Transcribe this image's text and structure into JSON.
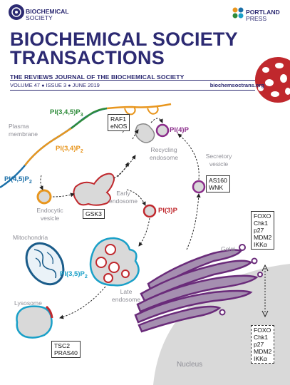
{
  "header": {
    "publisher_left": {
      "line1": "BIOCHEMICAL",
      "line2": "SOCIETY"
    },
    "publisher_right": {
      "line1": "PORTLAND",
      "line2": "PRESS"
    },
    "title_line1": "BIOCHEMICAL SOCIETY",
    "title_line2": "TRANSACTIONS",
    "subtitle": "THE REVIEWS JOURNAL OF THE BIOCHEMICAL SOCIETY",
    "volume": "VOLUME 47",
    "issue": "ISSUE 3",
    "date": "JUNE 2019",
    "website": "biochemsoctrans.org"
  },
  "diagram": {
    "labels": {
      "plasma_membrane": "Plasma membrane",
      "endocytic_vesicle": "Endocytic vesicle",
      "early_endosome": "Early endosome",
      "recycling_endosome": "Recycling endosome",
      "secretory_vesicle": "Secretory vesicle",
      "mitochondria": "Mitochondria",
      "golgi": "Golgi",
      "lysosome": "Lysosome",
      "late_endosome": "Late endosome",
      "nucleus": "Nucleus"
    },
    "lipids": {
      "pip3": {
        "base": "PI(3,4,5)P",
        "sub": "3",
        "color": "#2e8b3a"
      },
      "pi34p2": {
        "base": "PI(3,4)P",
        "sub": "2",
        "color": "#e8961e"
      },
      "pi45p2": {
        "base": "PI(4,5)P",
        "sub": "2",
        "color": "#1a6fa8"
      },
      "pi4p": {
        "base": "PI(4)P",
        "sub": "",
        "color": "#8b2d8b"
      },
      "pi3p": {
        "base": "PI(3)P",
        "sub": "",
        "color": "#c0282d"
      },
      "pi35p2": {
        "base": "PI(3,5)P",
        "sub": "2",
        "color": "#1aa0c8"
      }
    },
    "boxes": {
      "raf1_enos": [
        "RAF1",
        "eNOS"
      ],
      "gsk3": [
        "GSK3"
      ],
      "as160_wnk": [
        "AS160",
        "WNK"
      ],
      "tsc2_pras40": [
        "TSC2",
        "PRAS40"
      ],
      "foxo_cytoplasm": [
        "FOXO",
        "Chk1",
        "p27",
        "MDM2",
        "IKKα"
      ],
      "foxo_nucleus": [
        "FOXO",
        "Chk1",
        "p27",
        "MDM2",
        "IKKα"
      ]
    }
  }
}
